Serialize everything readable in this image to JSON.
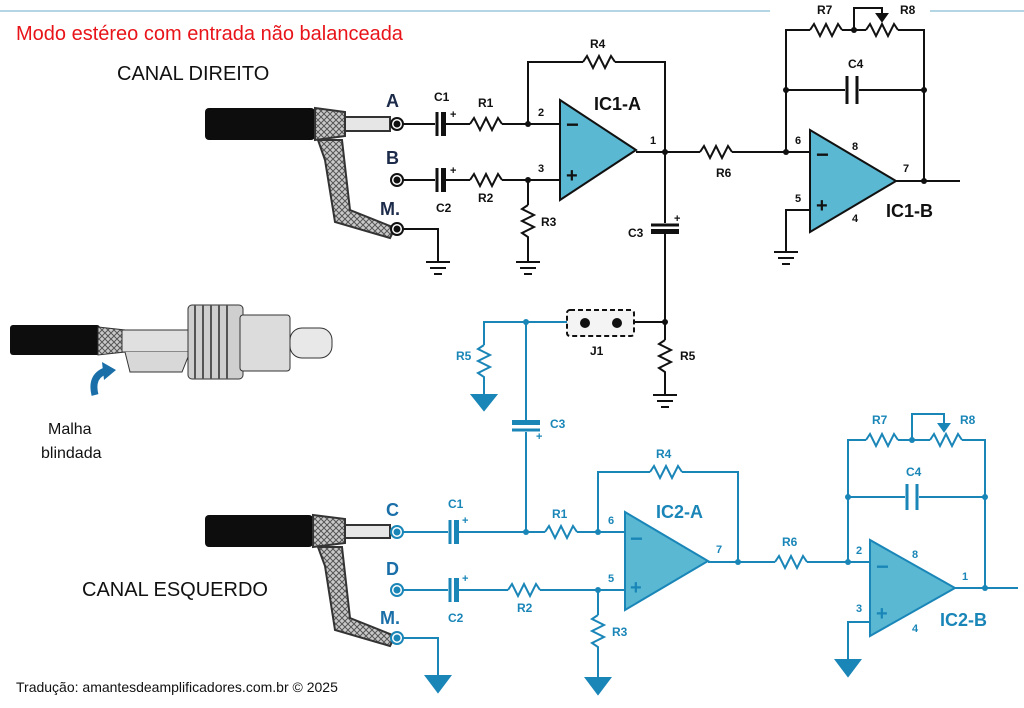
{
  "title": "Modo estéreo com entrada não balanceada",
  "channels": {
    "right": "CANAL DIREITO",
    "left": "CANAL ESQUERDO"
  },
  "jack_note": {
    "line1": "Malha",
    "line2": "blindada"
  },
  "credit": "Tradução: amantesdeamplificadores.com.br © 2025",
  "colors": {
    "title": "#e8141a",
    "top_circuit": "#111111",
    "bottom_circuit": "#1a86b8",
    "opamp_fill": "#5ab8d2"
  },
  "top_circuit": {
    "inputs": [
      "A",
      "B",
      "M."
    ],
    "opamp_a": "IC1-A",
    "opamp_b": "IC1-B",
    "components": {
      "c1": "C1",
      "c2": "C2",
      "c3": "C3",
      "c4": "C4",
      "r1": "R1",
      "r2": "R2",
      "r3": "R3",
      "r4": "R4",
      "r5": "R5",
      "r6": "R6",
      "r7": "R7",
      "r8": "R8",
      "j1": "J1"
    },
    "pins_a": {
      "inv": "2",
      "noninv": "3",
      "out": "1"
    },
    "pins_b": {
      "inv": "6",
      "noninv": "5",
      "out": "7",
      "vplus": "8",
      "vminus": "4"
    }
  },
  "bottom_circuit": {
    "inputs": [
      "C",
      "D",
      "M."
    ],
    "opamp_a": "IC2-A",
    "opamp_b": "IC2-B",
    "components": {
      "c1": "C1",
      "c2": "C2",
      "c3": "C3",
      "c4": "C4",
      "r1": "R1",
      "r2": "R2",
      "r3": "R3",
      "r4": "R4",
      "r5": "R5",
      "r6": "R6",
      "r7": "R7",
      "r8": "R8"
    },
    "pins_a": {
      "inv": "6",
      "noninv": "5",
      "out": "7"
    },
    "pins_b": {
      "inv": "2",
      "noninv": "3",
      "out": "1",
      "vplus": "8",
      "vminus": "4"
    }
  },
  "polarity": "+"
}
